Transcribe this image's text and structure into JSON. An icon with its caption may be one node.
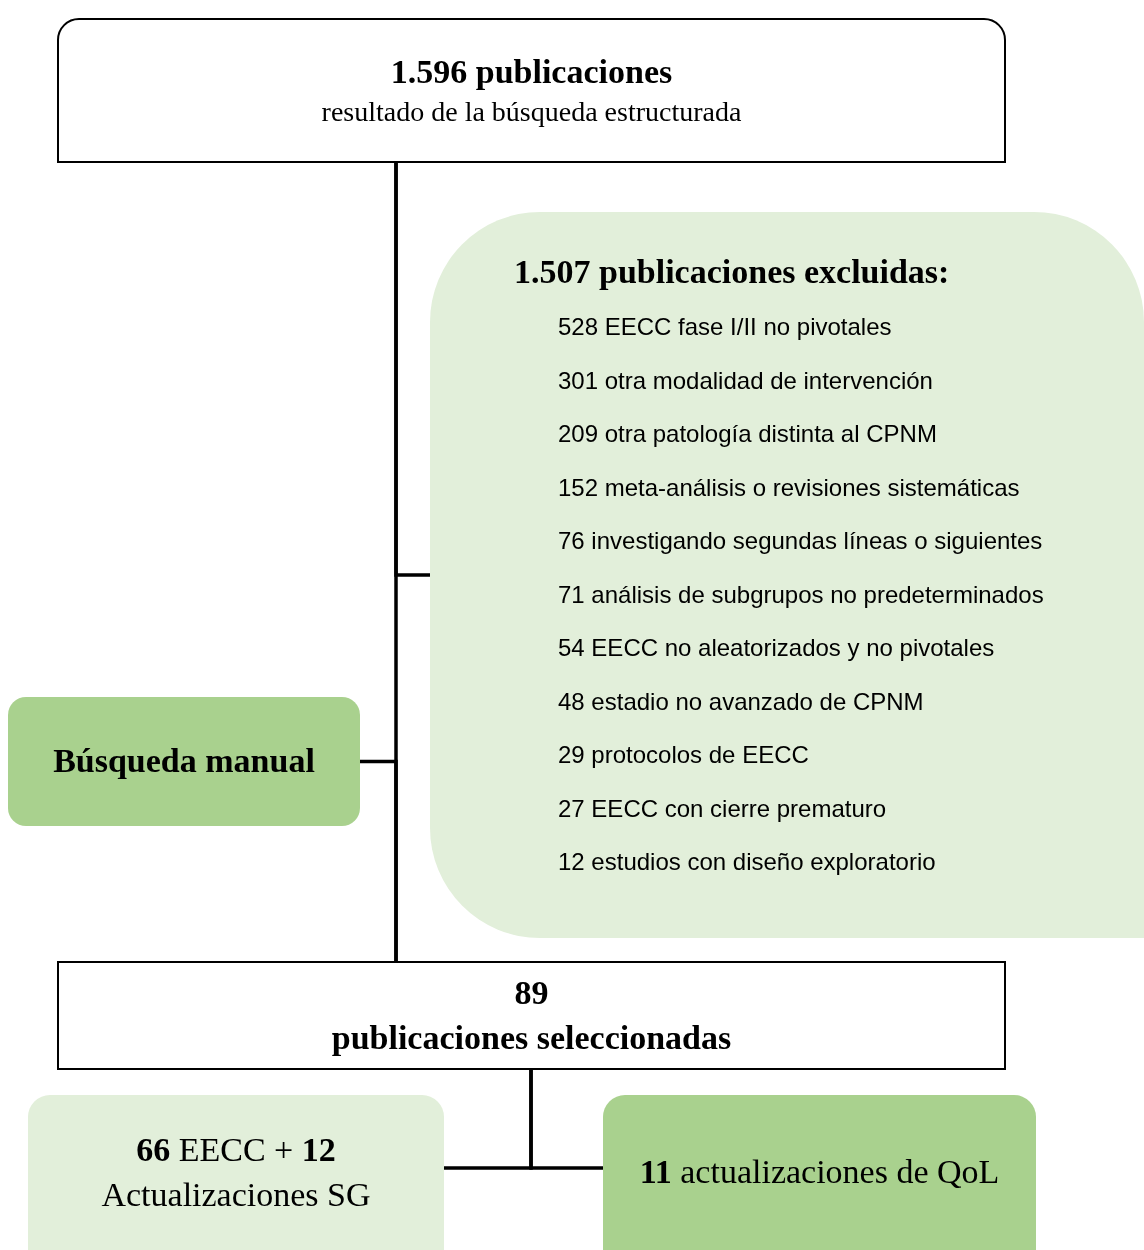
{
  "diagram": {
    "nodes": [
      {
        "text": [
          "1.596 publicaciones",
          "resultado de la búsqueda estructurada"
        ]
      },
      {
        "text": [
          "1.507 publicaciones excluidas:",
          "528 EECC fase I/II no pivotales",
          "301 otra modalidad de intervención",
          "209 otra patología distinta al CPNM",
          "152 meta-análisis o revisiones sistemáticas",
          "76 investigando segundas líneas o siguientes",
          "71 análisis de subgrupos no predeterminados",
          "54 EECC no aleatorizados y no pivotales",
          "48 estadio no avanzado de CPNM",
          "29 protocolos de EECC",
          "27 EECC con cierre prematuro",
          "12 estudios con diseño exploratorio"
        ]
      },
      {
        "text": [
          "Búsqueda manual"
        ]
      },
      {
        "text": [
          "89",
          "publicaciones seleccionadas"
        ]
      },
      {
        "text": [
          "**66** EECC + **12** Actualizaciones SG"
        ]
      },
      {
        "text": [
          "**11** actualizaciones de QoL"
        ]
      }
    ],
    "edges": [
      {
        "from": 0,
        "to": 3,
        "arrow": "none"
      },
      {
        "from": 0,
        "to": 1,
        "arrow": "none"
      },
      {
        "from": 2,
        "to": 3,
        "arrow": "none"
      },
      {
        "from": 3,
        "to": 4,
        "arrow": "none"
      },
      {
        "from": 3,
        "to": 5,
        "arrow": "none"
      }
    ]
  }
}
